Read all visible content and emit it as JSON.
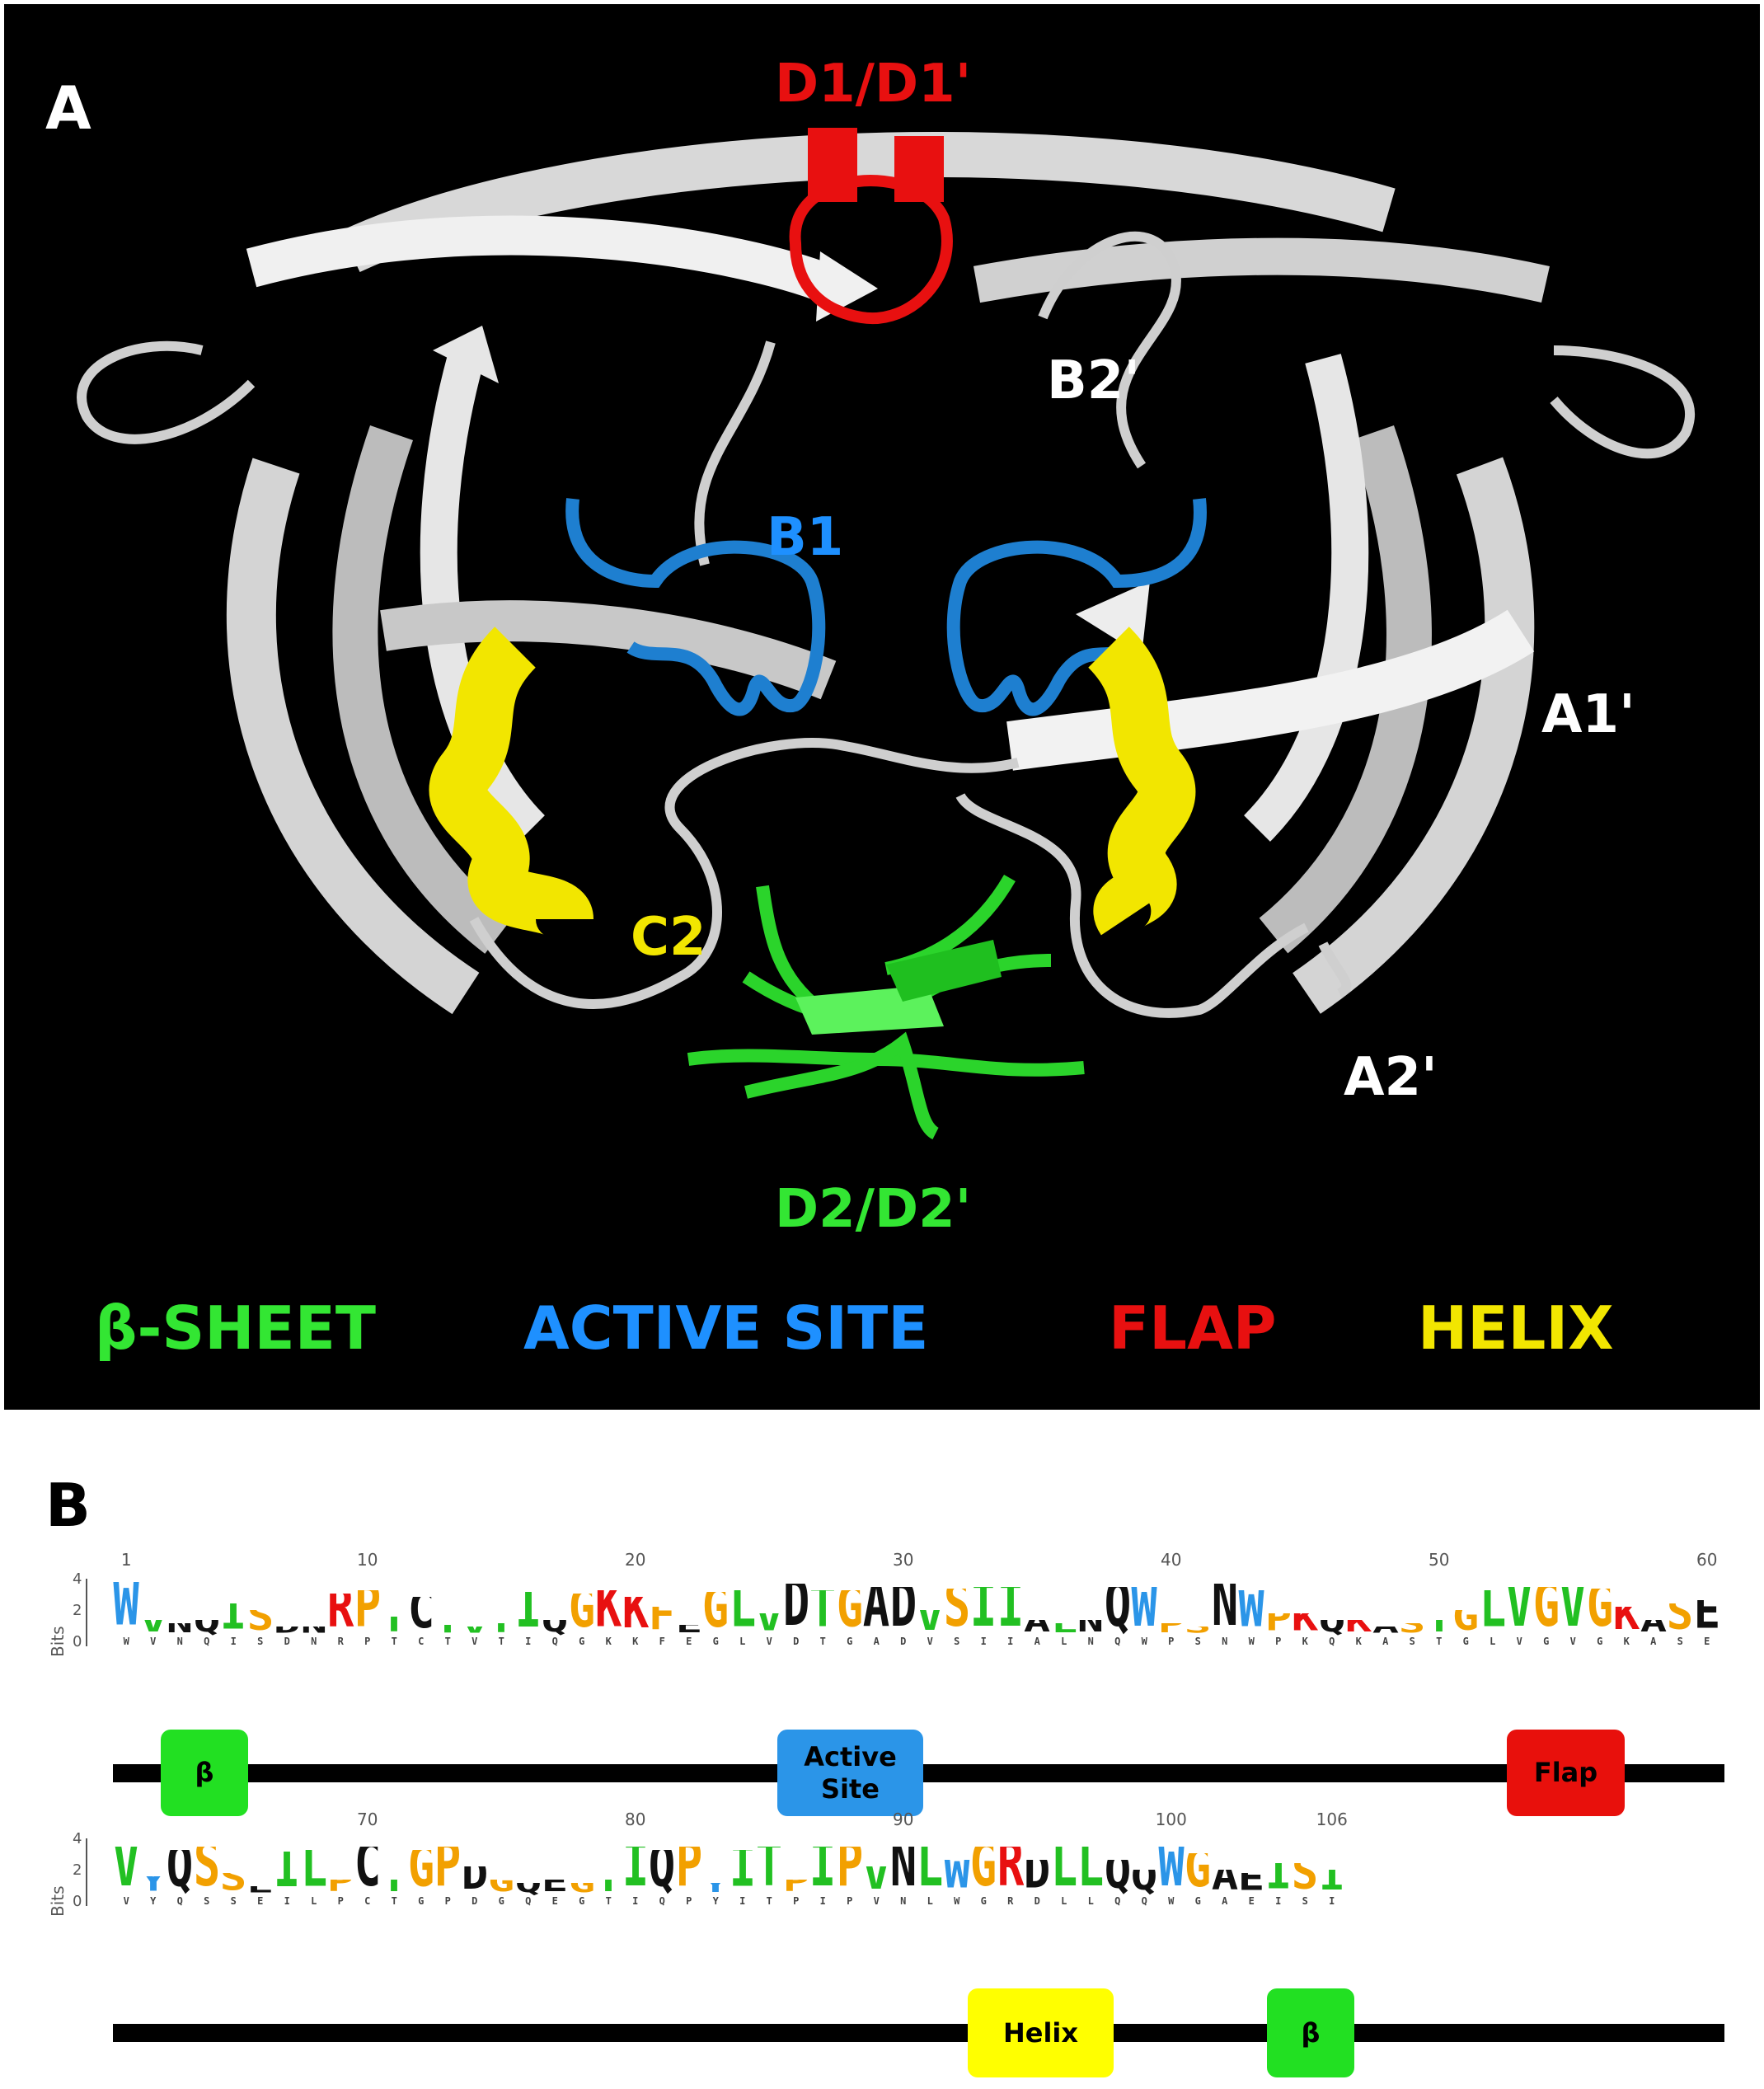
{
  "panelA": {
    "letter": "A",
    "labels": {
      "d1": "D1/D1'",
      "b2p": "B2'",
      "b1": "B1",
      "a1p": "A1'",
      "c2": "C2",
      "a2p": "A2'",
      "d2": "D2/D2'"
    },
    "legend": {
      "sheet": "β-SHEET",
      "active": "ACTIVE SITE",
      "flap": "FLAP",
      "helix": "HELIX"
    },
    "colors": {
      "sheet": "#33e633",
      "active": "#1e90ff",
      "flap": "#e81010",
      "helix": "#f2e600",
      "ribbon": "#dcdcdc"
    }
  },
  "panelB": {
    "letter": "B",
    "y_axis_label": "Bits",
    "y_ticks": [
      "4",
      "2",
      "0"
    ],
    "row1": {
      "ticks": [
        "1",
        "10",
        "20",
        "30",
        "40",
        "50",
        "60"
      ],
      "consensus": "WVNQISDNRPTCTVTIQGKKFEGLVDTGADVSIIALNQWPSNWPKQKASTGLVGVGKASE",
      "features": [
        "β",
        "Active Site",
        "Flap"
      ]
    },
    "row2": {
      "ticks": [
        "70",
        "80",
        "90",
        "100",
        "106"
      ],
      "consensus": "VYQSSEILPCTGPDGQEGTIQPYITPIPVNLWGRDLLQQWGAEISI",
      "features": [
        "Helix",
        "β"
      ]
    },
    "feature_colors": {
      "β": "#22e022",
      "Active Site": "#2b95e8",
      "Flap": "#e8100c",
      "Helix": "#ffff00"
    }
  }
}
